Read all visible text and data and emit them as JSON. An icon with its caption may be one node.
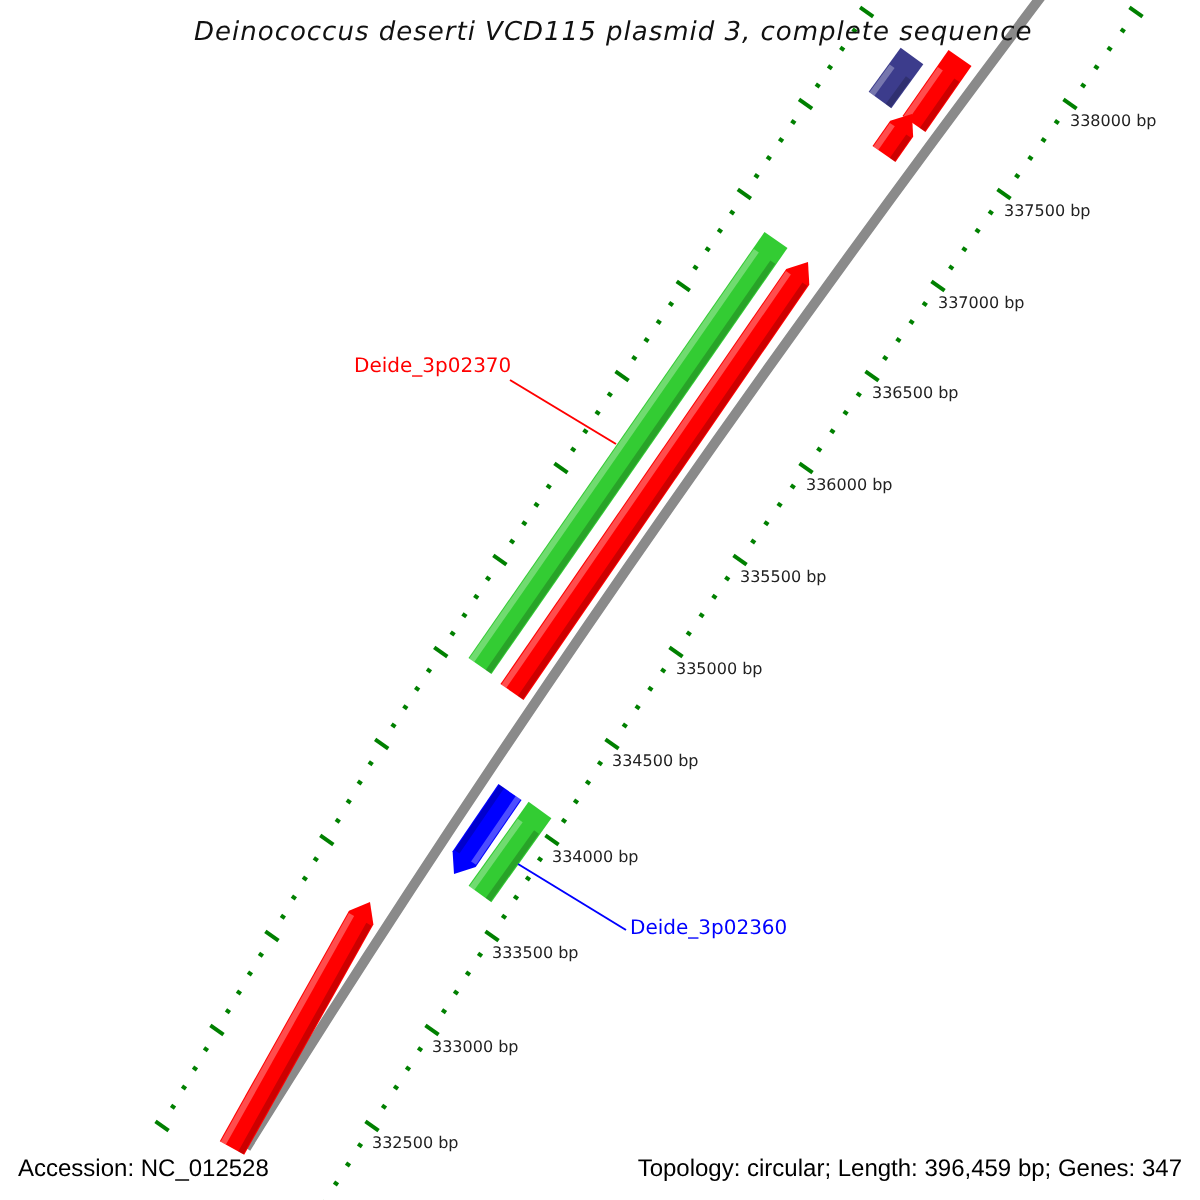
{
  "diagram": {
    "title": "Deinococcus deserti VCD115 plasmid 3, complete sequence",
    "nodes": [
      {
        "text": [],
        "shape": "bar"
      },
      {
        "text": [],
        "shape": "bar"
      },
      {
        "text": [],
        "shape": "arrow"
      },
      {
        "text": [],
        "shape": "bar"
      },
      {
        "text": [],
        "shape": "arrow"
      },
      {
        "text": [
          "Deide_3p02370"
        ]
      },
      {
        "text": [],
        "shape": "arrow"
      },
      {
        "text": [],
        "shape": "bar"
      },
      {
        "text": [
          "Deide_3p02360"
        ]
      },
      {
        "text": [],
        "shape": "arrow"
      }
    ],
    "edges": [
      {
        "from": 5,
        "to": 3,
        "arrow": "none",
        "color": "#ff0000"
      },
      {
        "from": 8,
        "to": 7,
        "arrow": "none",
        "color": "#0000ff"
      }
    ],
    "labels": [
      "338000 bp",
      "337500 bp",
      "337000 bp",
      "336500 bp",
      "336000 bp",
      "335500 bp",
      "335000 bp",
      "334500 bp",
      "334000 bp",
      "333500 bp",
      "333000 bp",
      "332500 bp",
      "Accession: NC_012528",
      "Topology: circular; Length: 396,459 bp; Genes: 347"
    ]
  }
}
